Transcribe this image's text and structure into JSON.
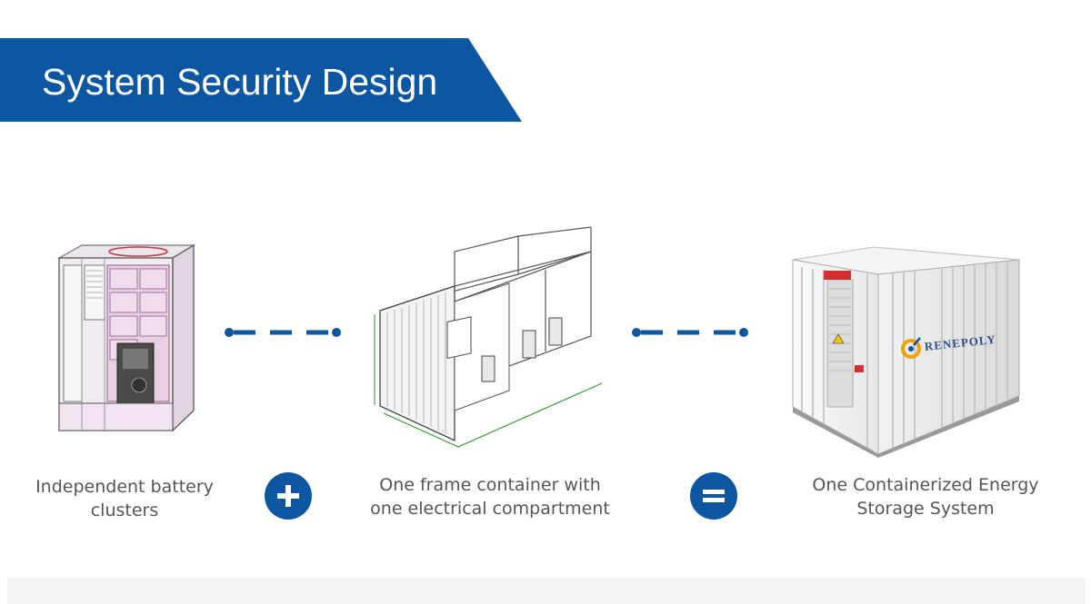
{
  "banner": {
    "title": "System Security Design"
  },
  "steps": [
    {
      "caption_line1": "Independent battery",
      "caption_line2": "clusters"
    },
    {
      "caption_line1": "One frame container with",
      "caption_line2": "one electrical compartment"
    },
    {
      "caption_line1": "One Containerized Energy",
      "caption_line2": "Storage System"
    }
  ],
  "operators": [
    {
      "symbol": "plus",
      "icon": "plus-icon"
    },
    {
      "symbol": "equals",
      "icon": "equals-icon"
    }
  ],
  "brand": {
    "logo_text": "RENEPOLY"
  },
  "colors": {
    "primary_blue": "#0d56a1",
    "caption_text": "#555555",
    "drawing_green": "#2a9d2a"
  }
}
